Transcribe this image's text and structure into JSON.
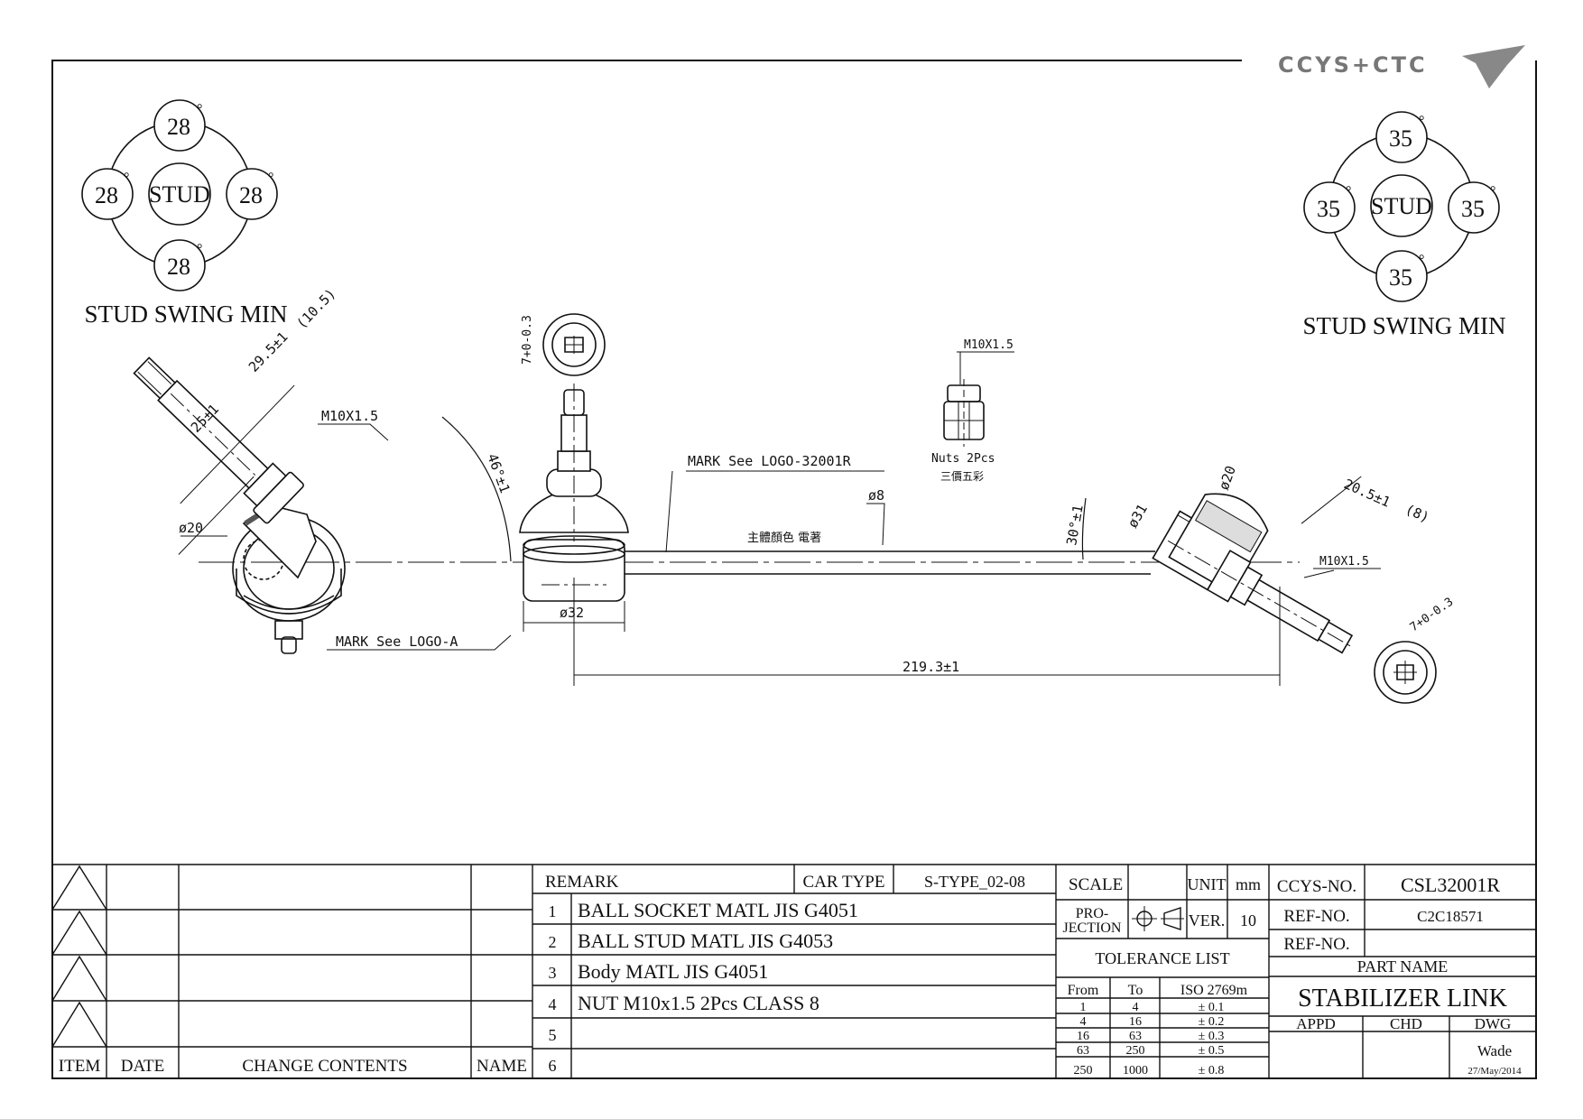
{
  "brand": {
    "logo_text": "CCYS+CTC"
  },
  "swing_left": {
    "label": "STUD SWING MIN",
    "center": "STUD",
    "top": "28",
    "left": "28",
    "right": "28",
    "bottom": "28",
    "degree": "°"
  },
  "swing_right": {
    "label": "STUD SWING MIN",
    "center": "STUD",
    "top": "35",
    "left": "35",
    "right": "35",
    "bottom": "35",
    "degree": "°"
  },
  "dimensions": {
    "d105": "(10.5)",
    "d295": "29.5±1",
    "d25": "25±1",
    "m10_left": "M10X1.5",
    "phi20_left": "ø20",
    "angle46": "46°±1",
    "mark_logo_a": "MARK See LOGO-A",
    "hex_top": "7+0-0.3",
    "phi32": "ø32",
    "mark_logo_r": "MARK See LOGO-32001R",
    "body_color": "主體顏色 電著",
    "phi8": "ø8",
    "nut_thread": "M10X1.5",
    "nuts": "Nuts 2Pcs",
    "nuts_cn": "三價五彩",
    "angle30": "30°±1",
    "phi31": "ø31",
    "phi20_right": "ø20",
    "d205": "20.5±1",
    "d8": "(8)",
    "m10_right": "M10X1.5",
    "hex_right": "7+0-0.3",
    "length": "219.3±1"
  },
  "revision": {
    "headers": {
      "item": "ITEM",
      "date": "DATE",
      "contents": "CHANGE CONTENTS",
      "name": "NAME"
    }
  },
  "remark": {
    "header": "REMARK",
    "car_type_label": "CAR TYPE",
    "car_type": "S-TYPE_02-08",
    "rows": [
      {
        "no": "1",
        "text": "BALL SOCKET MATL JIS G4051"
      },
      {
        "no": "2",
        "text": "BALL STUD MATL JIS G4053"
      },
      {
        "no": "3",
        "text": "Body MATL JIS G4051"
      },
      {
        "no": "4",
        "text": "NUT  M10x1.5 2Pcs  CLASS 8"
      },
      {
        "no": "5",
        "text": ""
      },
      {
        "no": "6",
        "text": ""
      }
    ]
  },
  "spec": {
    "scale": "SCALE",
    "unit_label": "UNIT",
    "unit": "mm",
    "projection": "PRO-\nJECTION",
    "ver_label": "VER.",
    "ver": "10",
    "tolerance_title": "TOLERANCE LIST",
    "tol_headers": {
      "from": "From",
      "to": "To",
      "iso": "ISO 2769m"
    },
    "tolerances": [
      {
        "from": "1",
        "to": "4",
        "tol": "± 0.1"
      },
      {
        "from": "4",
        "to": "16",
        "tol": "± 0.2"
      },
      {
        "from": "16",
        "to": "63",
        "tol": "± 0.3"
      },
      {
        "from": "63",
        "to": "250",
        "tol": "± 0.5"
      },
      {
        "from": "250",
        "to": "1000",
        "tol": "± 0.8"
      }
    ]
  },
  "title_block": {
    "ccys_label": "CCYS-NO.",
    "ccys_no": "CSL32001R",
    "ref1_label": "REF-NO.",
    "ref1": "C2C18571",
    "ref2_label": "REF-NO.",
    "ref2": "",
    "part_name_label": "PART NAME",
    "part_name": "STABILIZER LINK",
    "appd": "APPD",
    "chd": "CHD",
    "dwg": "DWG",
    "drawer": "Wade",
    "date": "27/May/2014"
  }
}
